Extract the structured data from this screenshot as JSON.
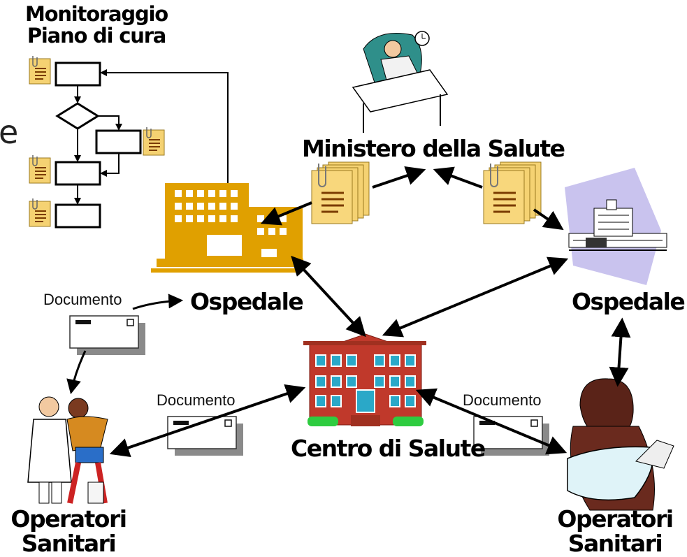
{
  "title": {
    "line1": "Monitoraggio",
    "line2": "Piano di cura"
  },
  "nodes": {
    "ministero": "Ministero della Salute",
    "ospedale_left": "Ospedale",
    "ospedale_right": "Ospedale",
    "centro": "Centro di Salute",
    "operatori_left": {
      "line1": "Operatori",
      "line2": "Sanitari"
    },
    "operatori_right": {
      "line1": "Operatori",
      "line2": "Sanitari"
    }
  },
  "documents": {
    "doc_top_left": "Documento",
    "doc_bottom_left": "Documento",
    "doc_bottom_right": "Documento"
  },
  "edge_glyph": "e",
  "colors": {
    "hospital_orange": "#e0a000",
    "document_yellow": "#f5d272",
    "clinic_brick": "#c0392b",
    "clinic_window": "#2aa8c8",
    "clinic_grass": "#2ecc40",
    "arrow": "#000000",
    "flow_line": "#000000"
  }
}
